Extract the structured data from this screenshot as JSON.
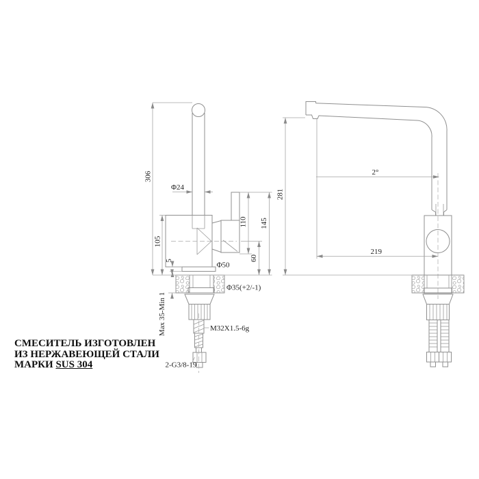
{
  "drawing": {
    "title_note": {
      "line1": "СМЕСИТЕЛЬ ИЗГОТОВЛЕН",
      "line2": "ИЗ НЕРЖАВЕЮЩЕЙ СТАЛИ",
      "line3_prefix": "МАРКИ ",
      "line3_underline": "SUS 304"
    },
    "front_view": {
      "dims": {
        "total_height": "306",
        "spout_tube_diameter": "Φ24",
        "body_height": "105",
        "base_plate_height": "5",
        "base_diameter": "Φ50",
        "mount_hole_diameter": "Φ35(+2/-1)",
        "clamp_range": "Max 35-Min 1",
        "mount_thread": "M32X1.5-6g",
        "hose_connection": "2-G3/8-19",
        "handle_length": "110",
        "handle_top_height": "145",
        "handle_bottom_height": "60"
      }
    },
    "side_view": {
      "dims": {
        "spout_outlet_height": "281",
        "spout_reach": "219",
        "spout_tilt_angle": "2°"
      }
    },
    "colors": {
      "object_line": "#8f8f8f",
      "dimension_line": "#a5a5a5",
      "text": "#1f1f1f",
      "background": "#ffffff"
    }
  }
}
